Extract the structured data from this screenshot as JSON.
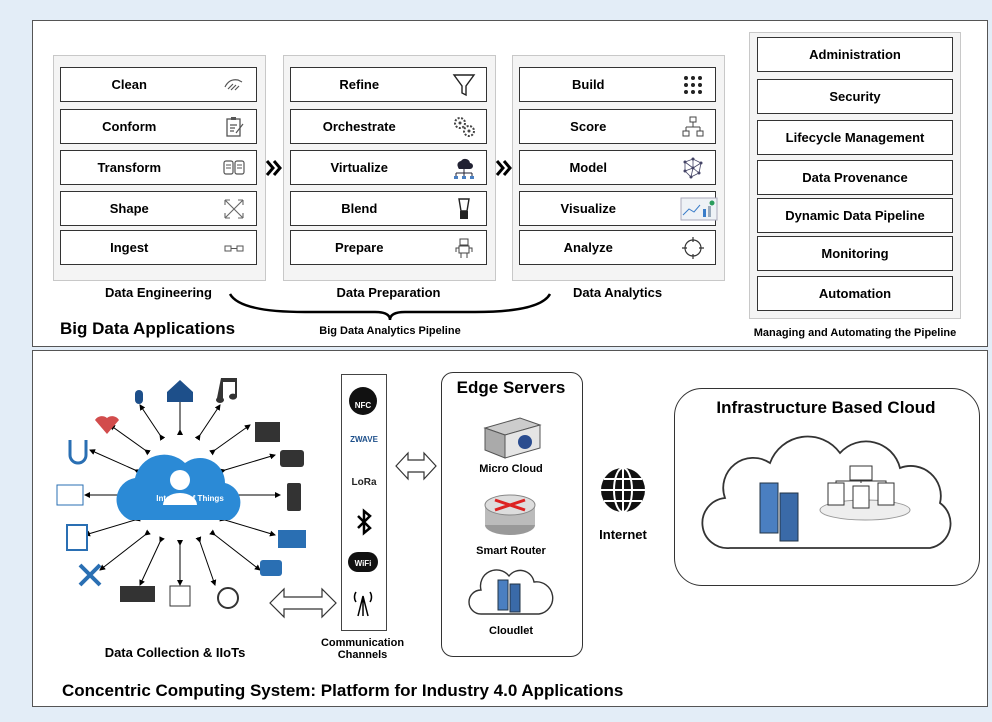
{
  "top": {
    "title": "Big Data Applications",
    "pipeline_label": "Big Data Analytics Pipeline",
    "managing_label": "Managing and Automating the Pipeline",
    "columns": [
      {
        "title": "Data Engineering",
        "items": [
          {
            "label": "Clean",
            "icon": "hand-icon"
          },
          {
            "label": "Conform",
            "icon": "clipboard-icon"
          },
          {
            "label": "Transform",
            "icon": "transform-icon"
          },
          {
            "label": "Shape",
            "icon": "expand-arrows-icon"
          },
          {
            "label": "Ingest",
            "icon": "plug-icon"
          }
        ]
      },
      {
        "title": "Data Preparation",
        "items": [
          {
            "label": "Refine",
            "icon": "funnel-icon"
          },
          {
            "label": "Orchestrate",
            "icon": "gears-icon"
          },
          {
            "label": "Virtualize",
            "icon": "cloud-network-icon"
          },
          {
            "label": "Blend",
            "icon": "blender-icon"
          },
          {
            "label": "Prepare",
            "icon": "robot-icon"
          }
        ]
      },
      {
        "title": "Data Analytics",
        "items": [
          {
            "label": "Build",
            "icon": "dots-grid-icon"
          },
          {
            "label": "Score",
            "icon": "hierarchy-icon"
          },
          {
            "label": "Model",
            "icon": "network-model-icon"
          },
          {
            "label": "Visualize",
            "icon": "dashboard-icon"
          },
          {
            "label": "Analyze",
            "icon": "target-icon"
          }
        ]
      }
    ],
    "management": [
      "Administration",
      "Security",
      "Lifecycle Management",
      "Data Provenance",
      "Dynamic Data Pipeline",
      "Monitoring",
      "Automation"
    ]
  },
  "bottom": {
    "title": "Concentric Computing System: Platform for Industry 4.0 Applications",
    "iot_center": "Internet of Things",
    "iot_label": "Data Collection & IIoTs",
    "channels_label": "Communication Channels",
    "channels": [
      "NFC",
      "ZWAVE",
      "LoRa",
      "Bluetooth",
      "WiFi",
      "Antenna"
    ],
    "edge_title": "Edge Servers",
    "edge_items": [
      "Micro Cloud",
      "Smart Router",
      "Cloudlet"
    ],
    "internet_label": "Internet",
    "cloud_title": "Infrastructure Based Cloud"
  }
}
